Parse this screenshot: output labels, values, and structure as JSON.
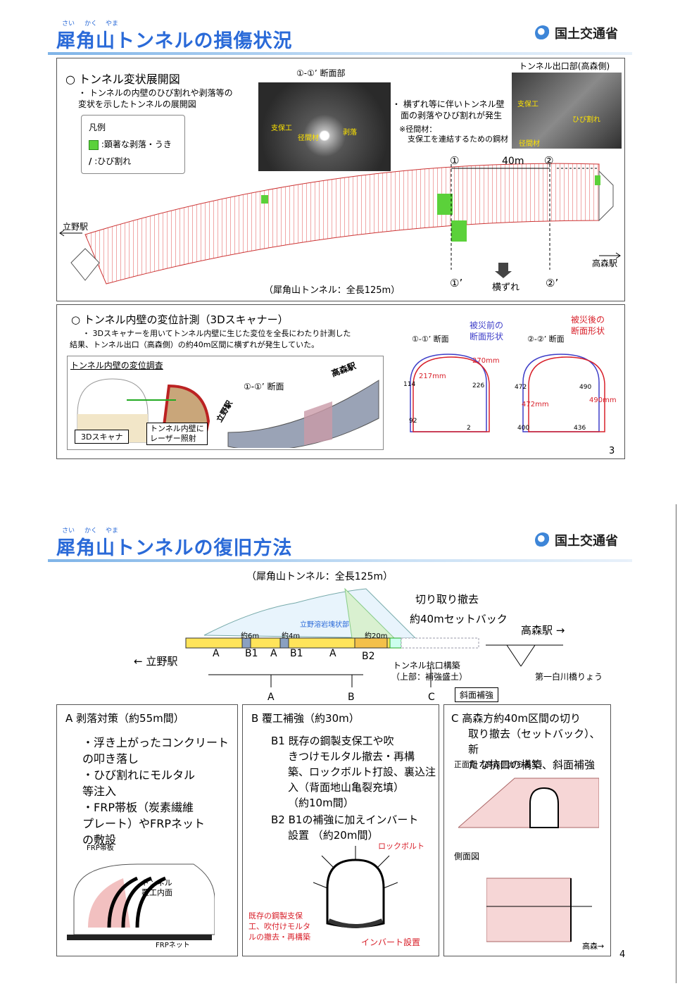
{
  "slide1": {
    "title": "犀角山トンネルの損傷状況",
    "ruby": [
      "さい",
      "かく",
      "やま"
    ],
    "ministry": "国土交通省",
    "panel1": {
      "heading": "○ トンネル変状展開図",
      "desc1": "・ トンネルの内壁のひび割れや剥落等の",
      "desc2": "変状を示したトンネルの展開図",
      "legend_title": "凡例",
      "legend_green": ":顕著な剥落・うき",
      "legend_crack": ":ひび割れ",
      "photo1_title": "①-①’ 断面部",
      "photo1_labels": [
        "支保工",
        "径間材",
        "剥落"
      ],
      "note1": "・ 横ずれ等に伴いトンネル壁",
      "note2": "面の剥落やひび割れが発生",
      "note3": "※径間材：",
      "note4": "支保工を連結するための鋼材",
      "photo2_title": "トンネル出口部(高森側)",
      "photo2_labels": [
        "支保工",
        "ひび割れ",
        "径間材"
      ],
      "mark1": "①",
      "mark2": "②",
      "distance": "40m",
      "mark1p": "①’",
      "mark2p": "②’",
      "shift": "横ずれ",
      "left_station": "立野駅",
      "right_station": "高森駅",
      "caption": "（犀角山トンネル：全長125m）"
    },
    "panel2": {
      "heading": "○ トンネル内壁の変位計測（3Dスキャナー）",
      "desc1": "・ 3Dスキャナーを用いてトンネル内壁に生じた変位を全長にわたり計測した",
      "desc2": "結果、トンネル出口（高森側）の約40m区間に横ずれが発生していた。",
      "survey_title": "トンネル内壁の変位調査",
      "scanner": "3Dスキャナ",
      "laser1": "トンネル内壁に",
      "laser2": "レーザー照射",
      "section": "①-①’ 断面",
      "left_station": "立野駅",
      "right_station": "高森駅",
      "before1": "被災前の",
      "before2": "断面形状",
      "after1": "被災後の",
      "after2": "断面形状",
      "sec1": "①-①’ 断面",
      "sec2": "②-②’ 断面",
      "sec1_vals": [
        "270mm",
        "217mm",
        "114",
        "226",
        "92",
        "2"
      ],
      "sec2_vals": [
        "472",
        "490",
        "472mm",
        "490mm",
        "400",
        "436"
      ],
      "page": "3"
    }
  },
  "slide2": {
    "title": "犀角山トンネルの復旧方法",
    "ruby": [
      "さい",
      "かく",
      "やま"
    ],
    "ministry": "国土交通省",
    "caption": "（犀角山トンネル：全長125m）",
    "mountain_label": "立野溶岩塊状部",
    "cut_label": "切り取り撤去",
    "setback_label": "約40mセットバック",
    "right_station": "高森駅 →",
    "left_station": "← 立野駅",
    "dims": [
      "約6m",
      "約4m",
      "約20m"
    ],
    "sections": [
      "A",
      "B1",
      "A",
      "B1",
      "A",
      "B2"
    ],
    "portal1": "トンネル抗口構築",
    "portal2": "（上部：補強盛土）",
    "slope": "斜面補強",
    "bridge": "第一白川橋りょう",
    "groups": [
      "A",
      "B",
      "C"
    ],
    "boxA": {
      "title": "A  剥落対策（約55m間）",
      "lines": [
        "・浮き上がったコンクリート",
        "の叩き落し",
        "・ひび割れにモルタル",
        "等注入",
        "・FRP帯板（炭素繊維",
        "プレート）やFRPネット",
        "の敷設"
      ],
      "frp_band": "FRP帯板",
      "inner1": "トンネル",
      "inner2": "覆工内面",
      "frp_net": "FRPネット"
    },
    "boxB": {
      "title": "B  覆工補強（約30m）",
      "b1_lines": [
        "B1  既存の鋼製支保工や吹",
        "きつけモルタル撤去・再構",
        "築、ロックボルト打設、裏込注",
        "入（背面地山亀裂充填）",
        "（約10m間）"
      ],
      "b2_lines": [
        "B2  B1の補強に加えインバート",
        "設置 （約20m間）"
      ],
      "rockbolt": "ロックボルト",
      "removal1": "既存の鋼製支保",
      "removal2": "工、吹付けモルタ",
      "removal3": "ルの撤去・再構築",
      "invert": "インバート設置"
    },
    "boxC": {
      "title_lines": [
        "C  高森方約40m区間の切り",
        "取り撤去（セットバック）、新",
        "たな抗口の構築、斜面補強"
      ],
      "front": "正面図（高森側からみて）",
      "side": "側面図",
      "takamori": "高森→"
    },
    "page": "4"
  }
}
